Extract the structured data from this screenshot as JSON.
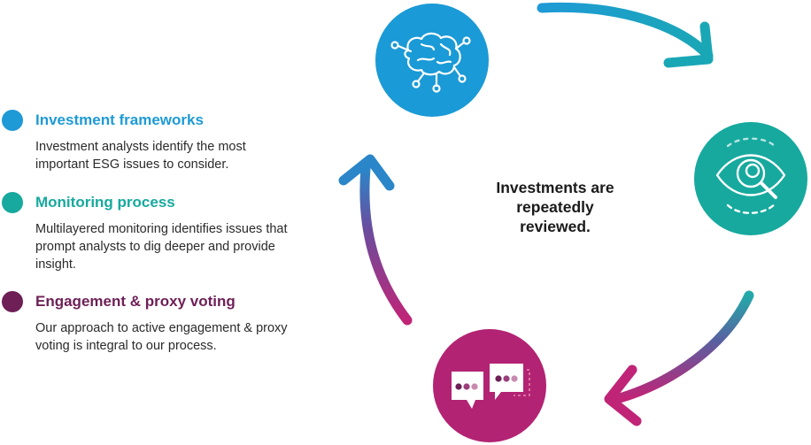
{
  "legend": [
    {
      "title": "Investment frameworks",
      "description": "Investment analysts identify the most important ESG issues to consider.",
      "color": "#1e9ad6"
    },
    {
      "title": "Monitoring process",
      "description": "Multilayered monitoring identifies issues that prompt analysts to dig deeper and provide insight.",
      "color": "#17a99e"
    },
    {
      "title": "Engagement & proxy voting",
      "description": "Our approach to active engagement & proxy voting is integral to our process.",
      "color": "#6e1f56"
    }
  ],
  "cycle": {
    "center_caption": "Investments are repeatedly reviewed.",
    "nodes": [
      {
        "icon": "brain-network-icon",
        "color": "#1a9ad6"
      },
      {
        "icon": "eye-magnifier-icon",
        "color": "#17a99e"
      },
      {
        "icon": "chat-bubbles-icon",
        "color": "#b32373"
      }
    ]
  }
}
